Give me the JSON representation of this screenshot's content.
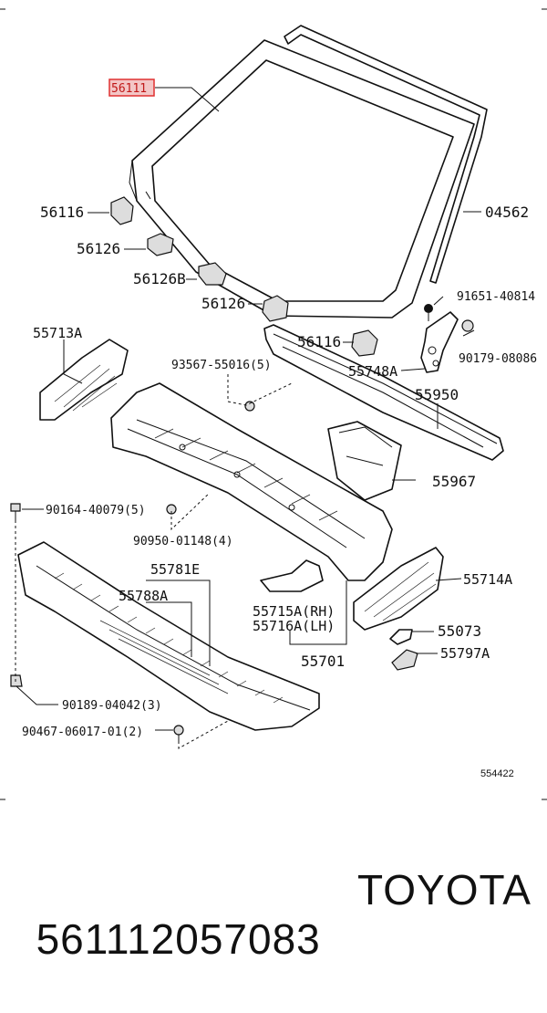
{
  "diagram": {
    "highlighted_part": "56111",
    "highlight_color": "#e03030",
    "labels": {
      "p56111": "56111",
      "p04562": "04562",
      "p56116a": "56116",
      "p56126a": "56126",
      "p56126b": "56126B",
      "p56126c": "56126",
      "p91651": "91651-40814",
      "p55713a": "55713A",
      "p56116b": "56116",
      "p90179": "90179-08086",
      "p93567": "93567-55016(5)",
      "p55748a": "55748A",
      "p55950": "55950",
      "p55967": "55967",
      "p90164": "90164-40079(5)",
      "p90950": "90950-01148(4)",
      "p55781e": "55781E",
      "p55788a": "55788A",
      "p55714a": "55714A",
      "p55715a": "55715A(RH)",
      "p55716a": "55716A(LH)",
      "p55073": "55073",
      "p55797a": "55797A",
      "p55701": "55701",
      "p90189": "90189-04042(3)",
      "p90467": "90467-06017-01(2)"
    },
    "figure_number": "554422"
  },
  "footer": {
    "part_number": "561112057083",
    "brand": "TOYOTA"
  }
}
